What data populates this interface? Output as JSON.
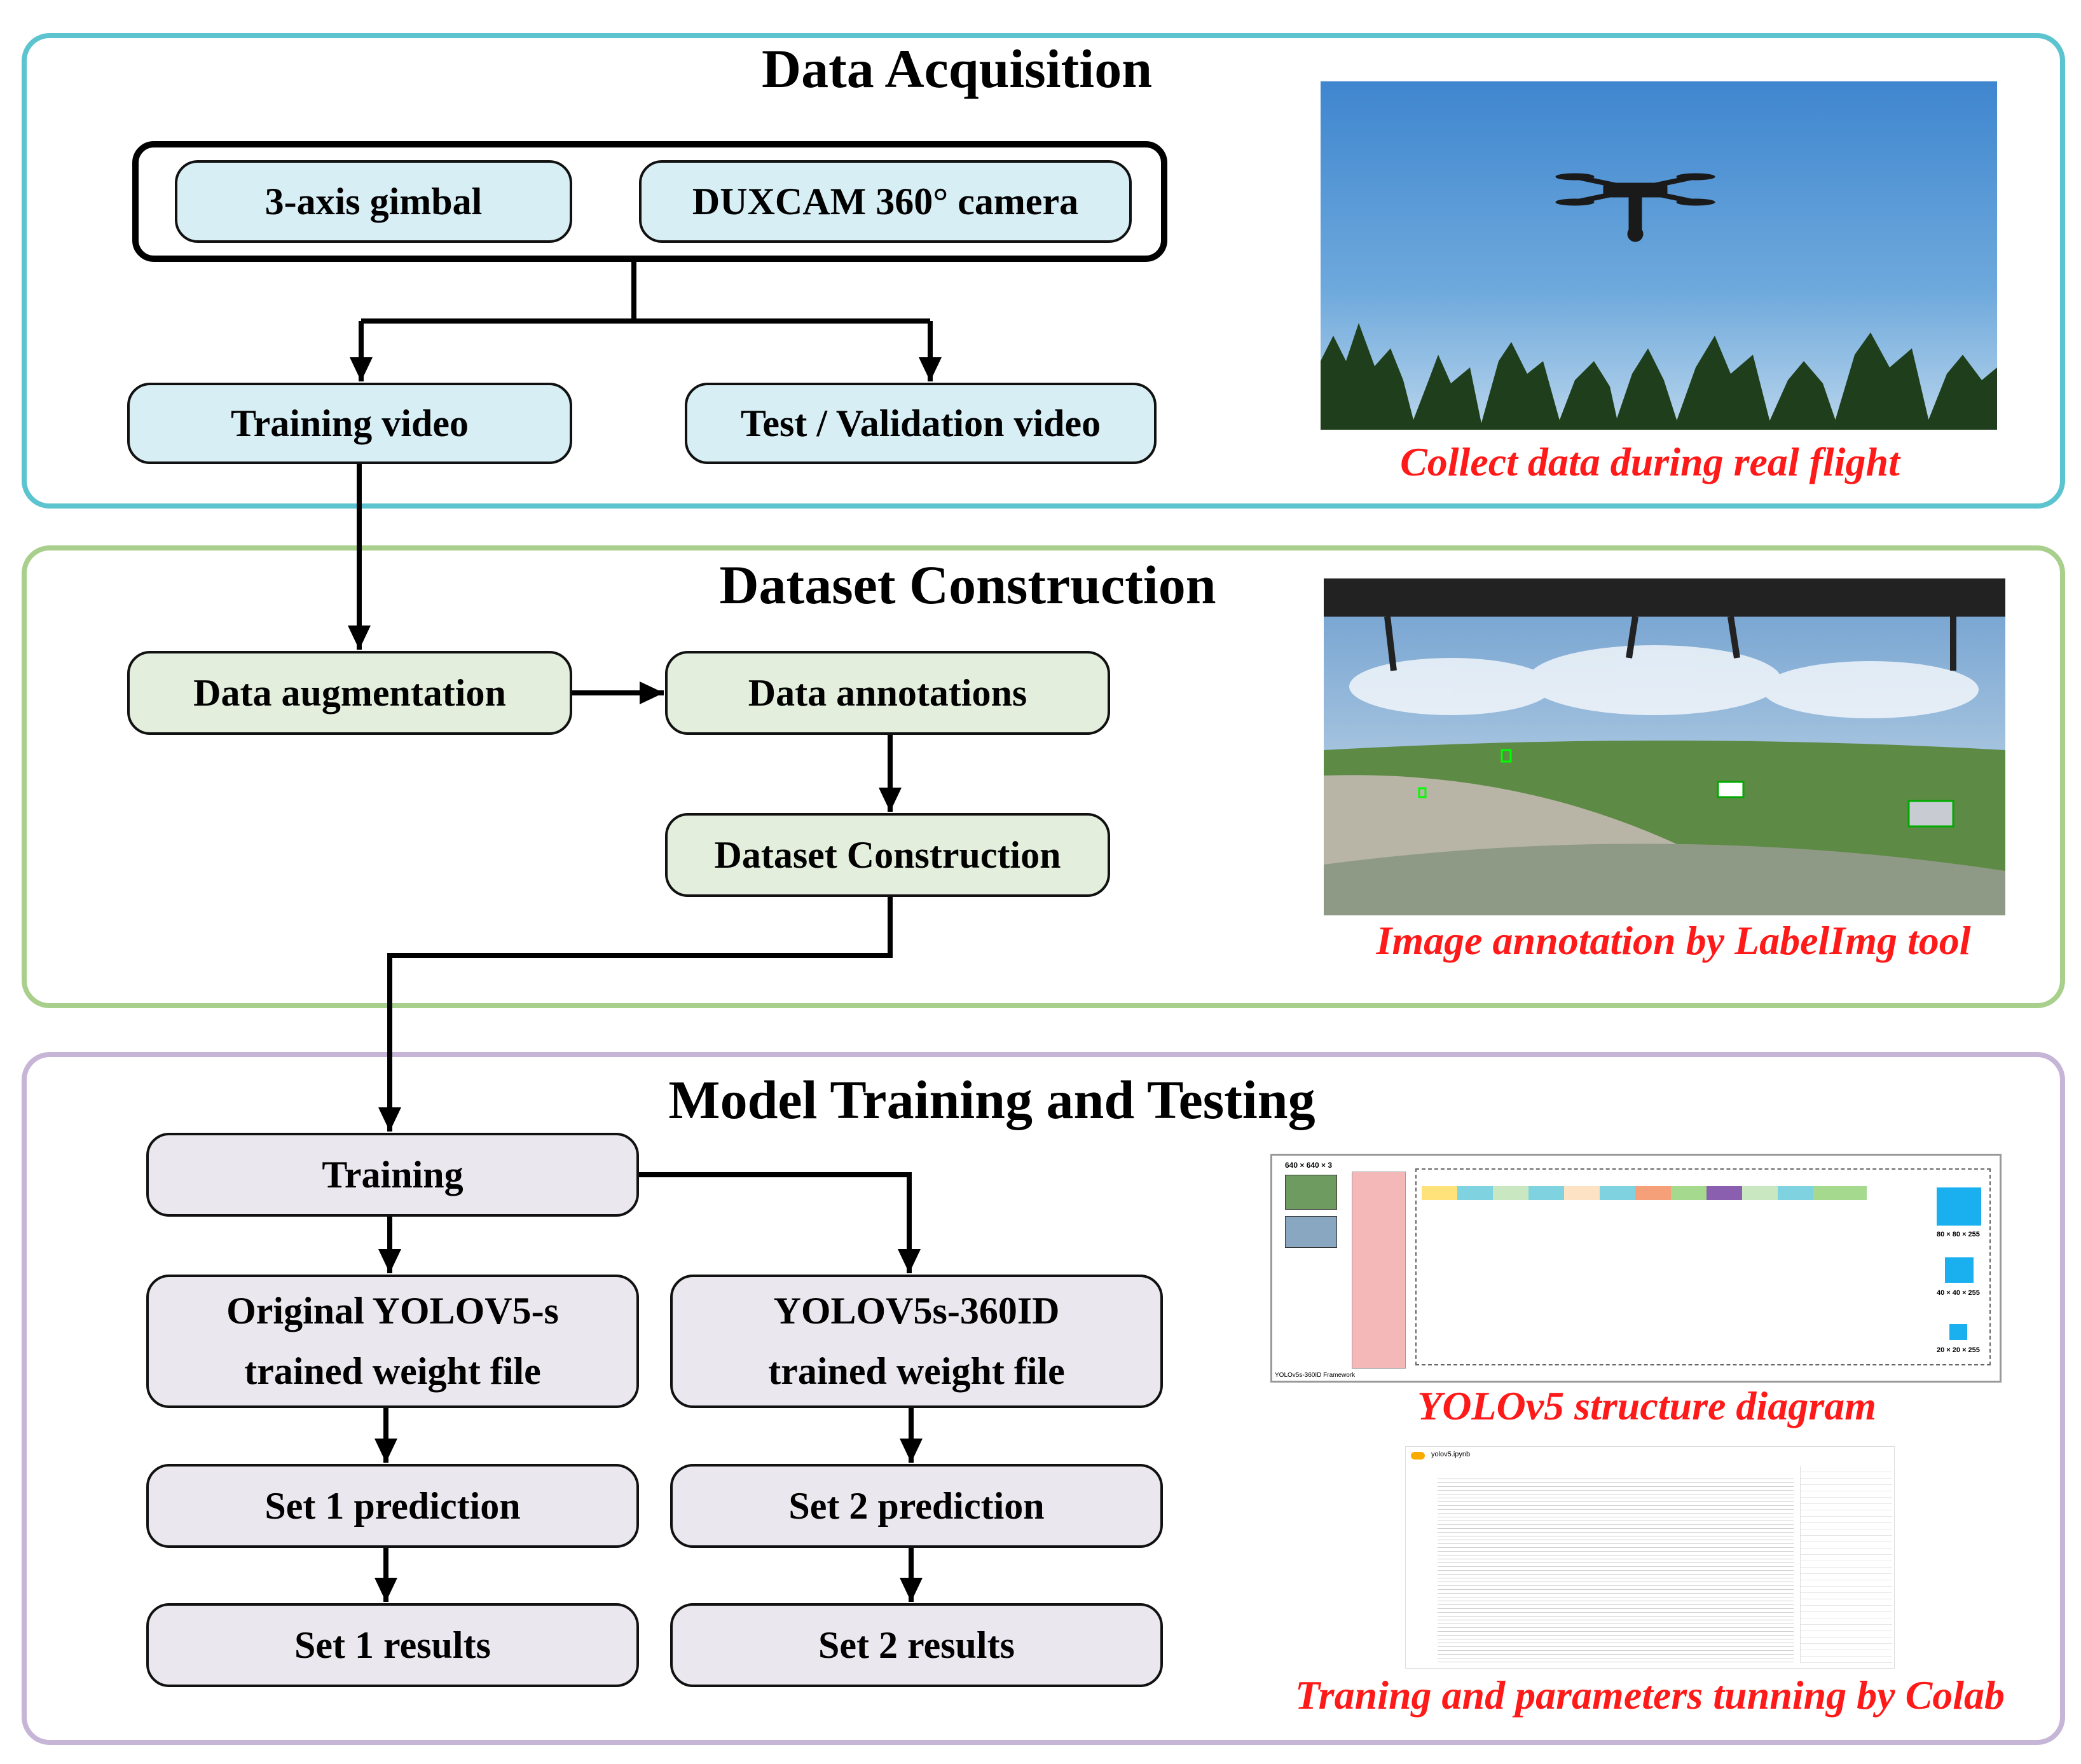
{
  "colors": {
    "panel1_border": "#5bc4cf",
    "panel2_border": "#a9cf8d",
    "panel3_border": "#c6b5d6",
    "caption": "#ff1a1a"
  },
  "acquisition": {
    "title": "Data Acquisition",
    "gimbal": "3-axis gimbal",
    "camera": "DUXCAM 360° camera",
    "training_video": "Training video",
    "test_video": "Test / Validation video",
    "caption": "Collect data during real flight"
  },
  "construction": {
    "title": "Dataset Construction",
    "augmentation": "Data augmentation",
    "annotations": "Data annotations",
    "dataset": "Dataset Construction",
    "caption": "Image annotation by LabelImg tool"
  },
  "training": {
    "title": "Model Training and Testing",
    "training": "Training",
    "original_line1": "Original YOLOV5-s",
    "original_line2": "trained weight file",
    "custom_line1": "YOLOV5s-360ID",
    "custom_line2": "trained weight file",
    "set1_prediction": "Set 1 prediction",
    "set2_prediction": "Set 2 prediction",
    "set1_results": "Set 1 results",
    "set2_results": "Set 2 results",
    "caption_structure": "YOLOv5 structure diagram",
    "caption_colab": "Traning and parameters tunning by Colab"
  },
  "structure_thumb": {
    "input_size": "640 × 640 × 3",
    "out1": "80 × 80 × 255",
    "out2": "40 × 40 × 255",
    "out3": "20 × 20 × 255",
    "label_left": "YOLOv5s-360ID Framework"
  },
  "colab_thumb": {
    "file": "yolov5.ipynb"
  }
}
